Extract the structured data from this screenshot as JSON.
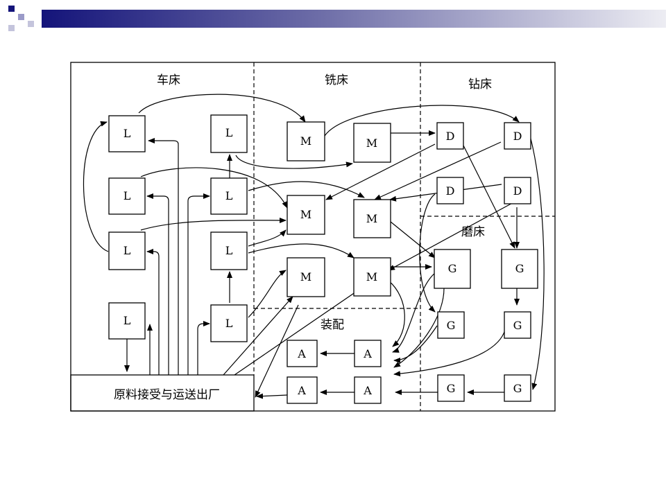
{
  "diagram": {
    "zones": {
      "lathe": "车床",
      "milling": "铣床",
      "drilling": "钻床",
      "grinding": "磨床",
      "assembly": "装配"
    },
    "dock": "原料接受与运送出厂",
    "nodes": {
      "lathe": [
        "L",
        "L",
        "L",
        "L",
        "L",
        "L",
        "L",
        "L"
      ],
      "milling": [
        "M",
        "M",
        "M",
        "M",
        "M",
        "M"
      ],
      "drilling": [
        "D",
        "D",
        "D",
        "D"
      ],
      "grinding": [
        "G",
        "G",
        "G",
        "G",
        "G",
        "G"
      ],
      "assembly": [
        "A",
        "A",
        "A",
        "A"
      ]
    }
  },
  "theme": {
    "banner_dark": "#14147a",
    "banner_fade": "#e8e8f0",
    "line": "#000000"
  }
}
